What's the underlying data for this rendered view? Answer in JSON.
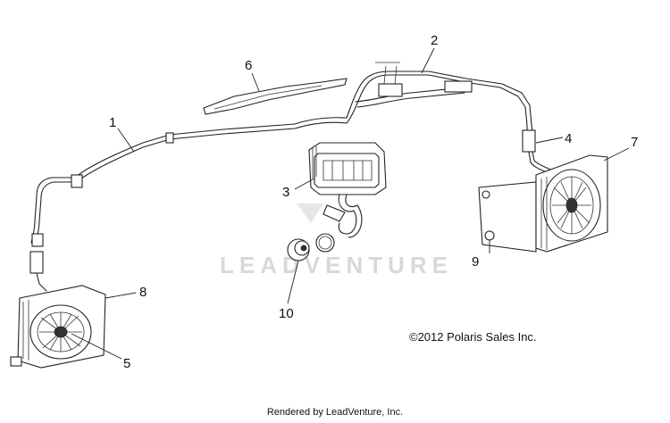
{
  "watermark": "LEADVENTURE",
  "copyright": "©2012 Polaris Sales Inc.",
  "footer": "Rendered by LeadVenture, Inc.",
  "callouts": [
    {
      "id": "1",
      "label": "1"
    },
    {
      "id": "2",
      "label": "2"
    },
    {
      "id": "3",
      "label": "3"
    },
    {
      "id": "4",
      "label": "4"
    },
    {
      "id": "5",
      "label": "5"
    },
    {
      "id": "6",
      "label": "6"
    },
    {
      "id": "7",
      "label": "7"
    },
    {
      "id": "8",
      "label": "8"
    },
    {
      "id": "9",
      "label": "9"
    },
    {
      "id": "10",
      "label": "10"
    }
  ]
}
